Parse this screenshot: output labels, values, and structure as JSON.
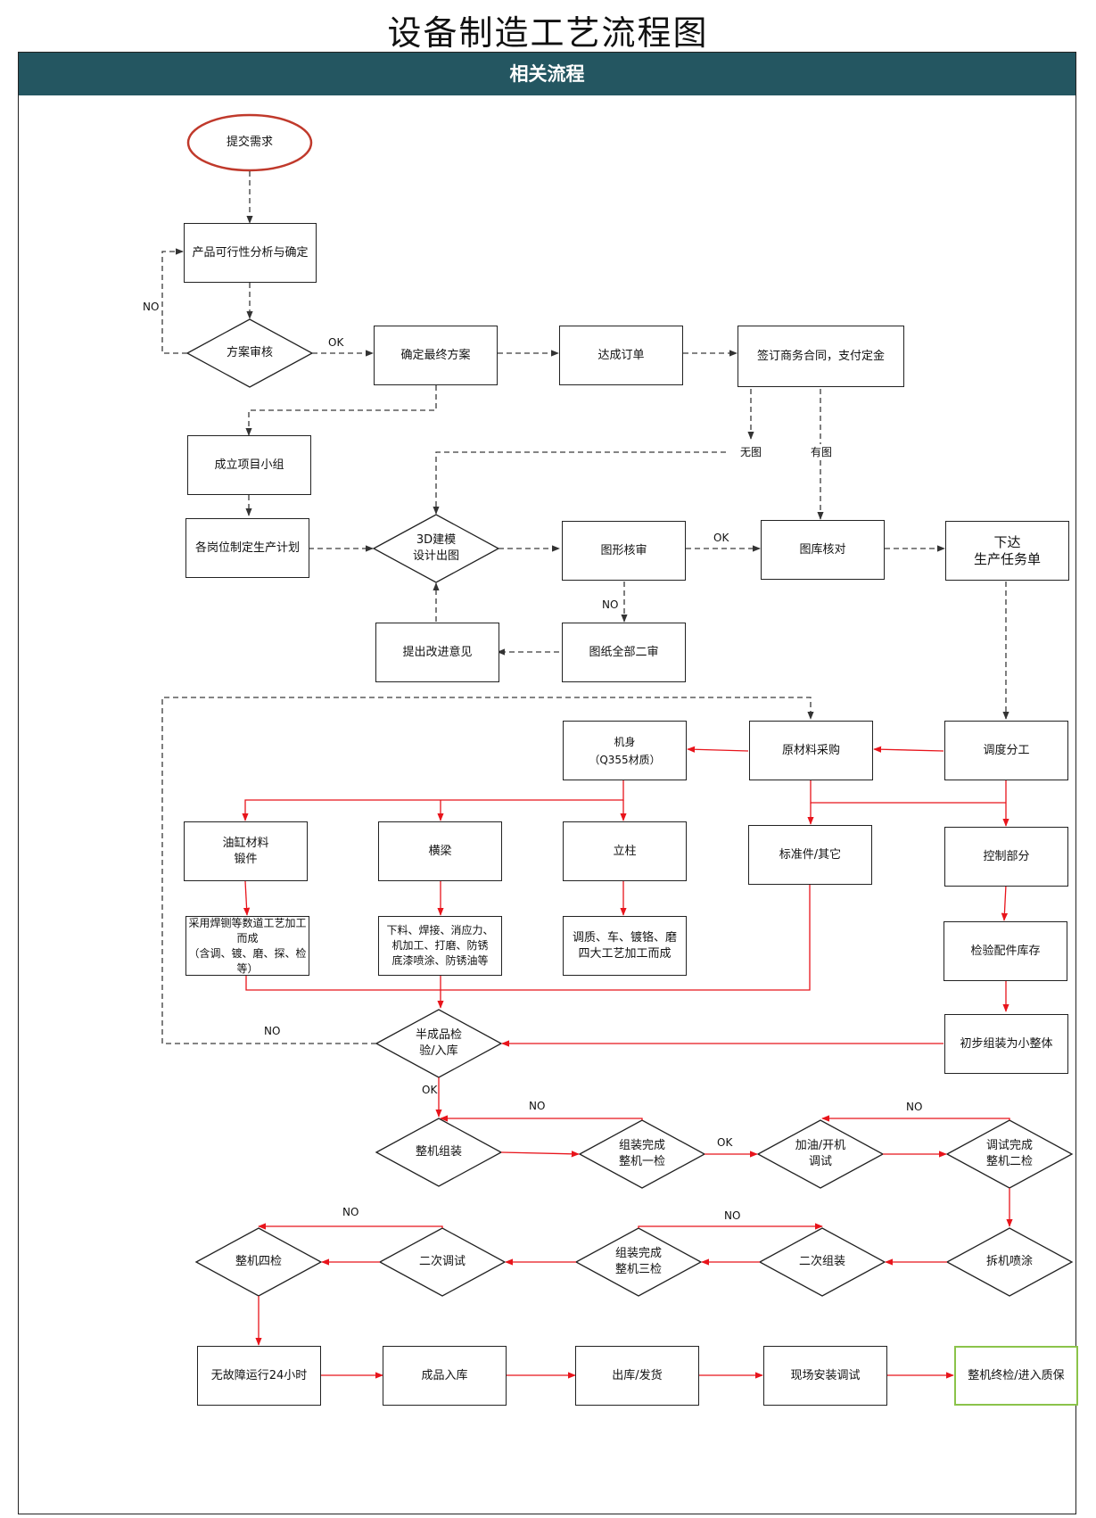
{
  "title": "设备制造工艺流程图",
  "section_header": "相关流程",
  "nodes": {
    "submit_request": "提交需求",
    "feasibility": "产品可行性分析与确定",
    "plan_review": "方案审核",
    "final_plan": "确定最终方案",
    "order": "达成订单",
    "contract": "签订商务合同，支付定金",
    "project_team": "成立项目小组",
    "production_plan": "各岗位制定生产计划",
    "modeling": "3D建模\n设计出图",
    "drawing_review": "图形核审",
    "library_check": "图库核对",
    "issue_task": "下达\n生产任务单",
    "improvement": "提出改进意见",
    "second_review": "图纸全部二审",
    "body": "机身\n（Q355材质）",
    "raw_material": "原材料采购",
    "dispatch": "调度分工",
    "cylinder": "油缸材料\n锻件",
    "beam": "横梁",
    "column": "立柱",
    "standard_parts": "标准件/其它",
    "control": "控制部分",
    "cylinder_process": "采用焊铡等数道工艺加工而成\n（含调、镀、磨、探、检等）",
    "beam_process": "下料、焊接、消应力、\n机加工、打磨、防锈\n底漆喷涂、防锈油等",
    "column_process": "调质、车、镀铬、磨\n四大工艺加工而成",
    "parts_storage": "检验配件库存",
    "semi_inspect": "半成品检\n验/入库",
    "pre_assembly": "初步组装为小整体",
    "assembly": "整机组装",
    "check1": "组装完成\n整机一检",
    "oil_start": "加油/开机\n调试",
    "check2": "调试完成\n整机二检",
    "disassemble_paint": "拆机喷涂",
    "reassembly": "二次组装",
    "check3": "组装完成\n整机三检",
    "second_debug": "二次调试",
    "check4": "整机四检",
    "run24": "无故障运行24小时",
    "stock_in": "成品入库",
    "ship": "出库/发货",
    "install": "现场安装调试",
    "final_check": "整机终检/进入质保"
  },
  "labels": {
    "no_feasibility": "NO",
    "ok_plan": "OK",
    "no_drawing": "无图",
    "has_drawing": "有图",
    "ok_review": "OK",
    "no_review": "NO",
    "no_semi": "NO",
    "ok_semi": "OK",
    "no_check1": "NO",
    "ok_check1": "OK",
    "no_check2": "NO",
    "no_check3": "NO",
    "no_check4": "NO"
  },
  "colors": {
    "banner": "#245661",
    "red_flow": "#e8141b",
    "dashed_flow": "#3a3a3a",
    "start_oval": "#c0392b",
    "final_box": "#8bc34a"
  }
}
